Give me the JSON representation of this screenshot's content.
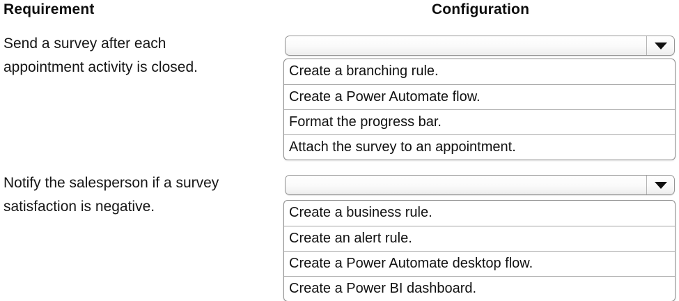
{
  "colors": {
    "background": "#ffffff",
    "text": "#141414",
    "control_border": "#8f8f8f",
    "row_separator": "#a3a3a3",
    "arrow": "#111111"
  },
  "headers": {
    "requirement": "Requirement",
    "configuration": "Configuration"
  },
  "icons": {
    "dropdown_arrow": "chevron-down"
  },
  "rows": [
    {
      "requirement": "Send a survey after each\nappointment activity is closed.",
      "dropdown": {
        "selected_value": "",
        "options": [
          "Create a branching rule.",
          "Create a Power Automate flow.",
          "Format the progress bar.",
          "Attach the survey to an appointment."
        ]
      }
    },
    {
      "requirement": "Notify the salesperson if a survey\nsatisfaction is negative.",
      "dropdown": {
        "selected_value": "",
        "options": [
          "Create a business rule.",
          "Create an alert rule.",
          "Create a Power Automate desktop flow.",
          "Create a Power BI dashboard."
        ]
      }
    }
  ]
}
